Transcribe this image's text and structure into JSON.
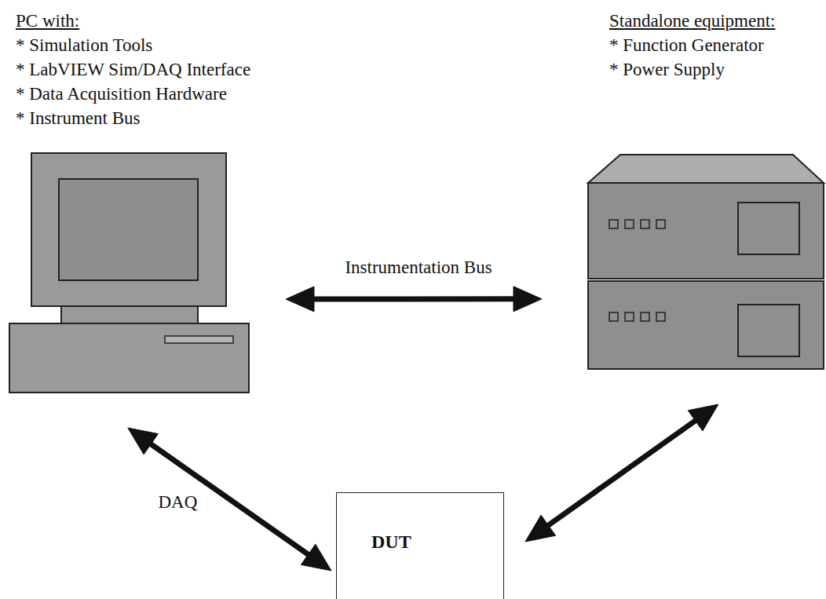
{
  "diagram": {
    "nodes": [
      {
        "text": [
          "PC with:",
          "* Simulation Tools",
          "* LabVIEW Sim/DAQ Interface",
          "* Data Acquisition Hardware",
          "* Instrument Bus"
        ]
      },
      {
        "text": [
          "Standalone equipment:",
          "* Function Generator",
          "* Power Supply"
        ]
      },
      {
        "text": [
          "DUT"
        ]
      }
    ],
    "edges": [
      {
        "from": 0,
        "to": 1,
        "label": "Instrumentation Bus",
        "arrow": "both"
      },
      {
        "from": 0,
        "to": 2,
        "label": "DAQ",
        "arrow": "both"
      },
      {
        "from": 1,
        "to": 2,
        "arrow": "both"
      }
    ]
  }
}
